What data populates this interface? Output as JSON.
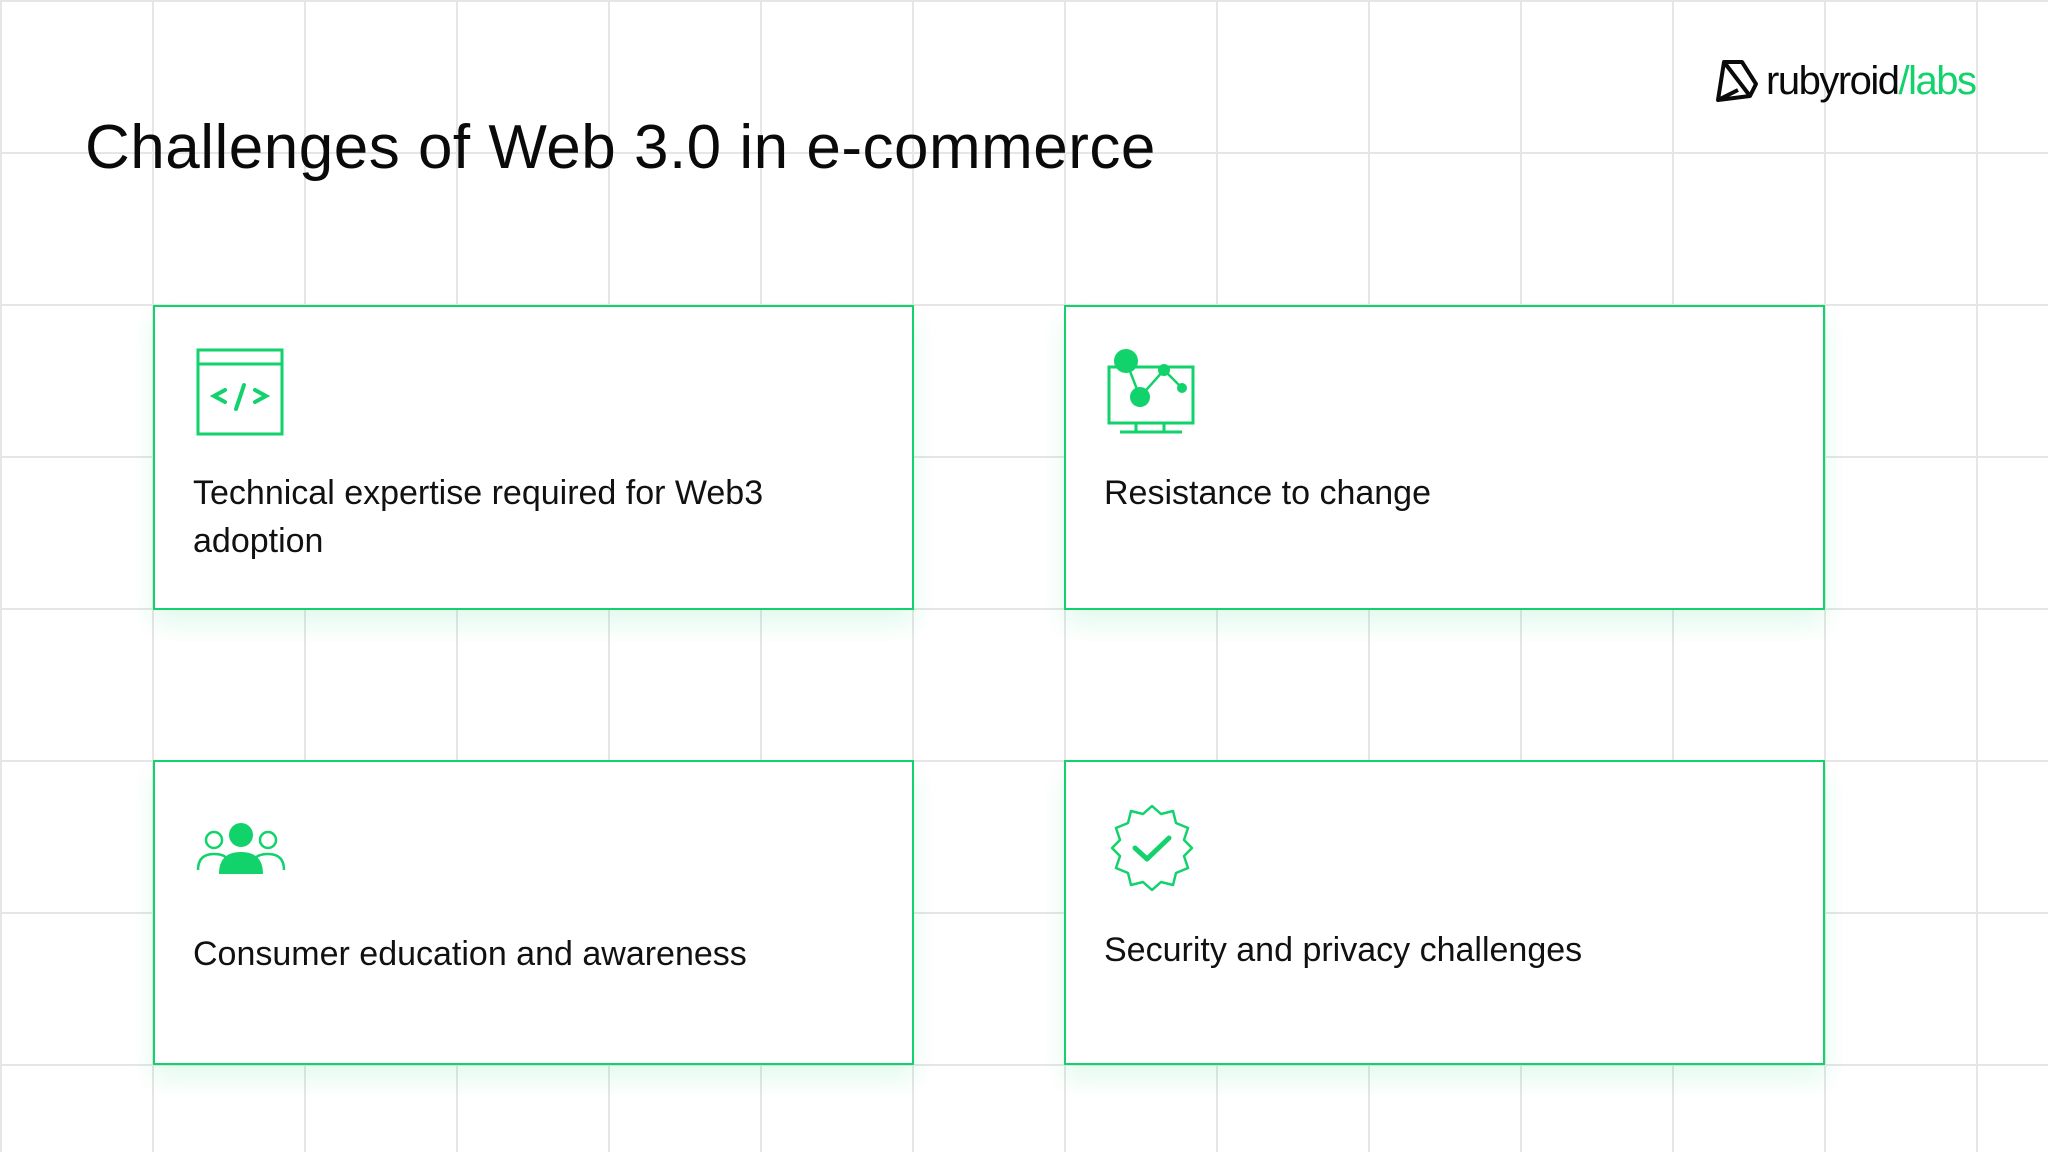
{
  "header": {
    "title": "Challenges of Web 3.0 in e-commerce"
  },
  "logo": {
    "name_part1": "rubyroid",
    "name_part2": "/labs"
  },
  "colors": {
    "accent": "#12d26b",
    "text": "#0a0a0a",
    "grid": "#e6e6e6"
  },
  "cards": [
    {
      "icon": "code-window-icon",
      "label": "Technical expertise required for Web3 adoption"
    },
    {
      "icon": "network-monitor-icon",
      "label": "Resistance to change"
    },
    {
      "icon": "users-group-icon",
      "label": "Consumer education and awareness"
    },
    {
      "icon": "verified-badge-icon",
      "label": "Security and privacy challenges"
    }
  ]
}
